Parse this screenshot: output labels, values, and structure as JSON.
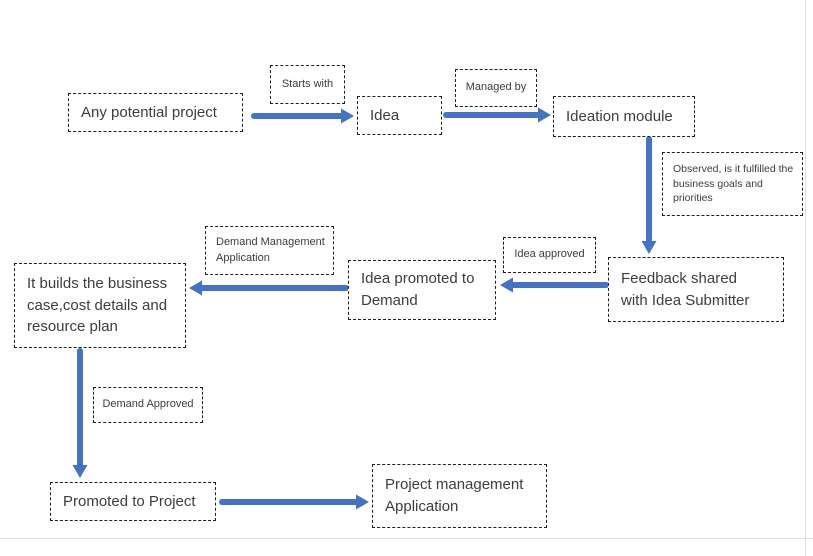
{
  "diagram": {
    "arrow_color": "#4472C4",
    "arrow_edge_color": "#3a66ad",
    "box_border_color": "#1f1f1f",
    "text_color": "#3d3d3d",
    "nodes": [
      {
        "id": "any-potential-project",
        "label": "Any potential project"
      },
      {
        "id": "idea",
        "label": "Idea"
      },
      {
        "id": "ideation-module",
        "label": "Ideation module"
      },
      {
        "id": "feedback-shared-with-idea-submitter",
        "label": "Feedback shared with Idea Submitter"
      },
      {
        "id": "idea-promoted-to-demand",
        "label": "Idea promoted to Demand"
      },
      {
        "id": "builds-business-case",
        "label": "It builds the business case,cost details and resource plan"
      },
      {
        "id": "promoted-to-project",
        "label": "Promoted to Project"
      },
      {
        "id": "project-management-application",
        "label": "Project management Application"
      }
    ],
    "labels": [
      {
        "id": "starts-with",
        "label": "Starts with"
      },
      {
        "id": "managed-by",
        "label": "Managed by"
      },
      {
        "id": "observed",
        "label": "Observed, is it fulfilled the business goals and priorities"
      },
      {
        "id": "idea-approved",
        "label": "Idea approved"
      },
      {
        "id": "demand-management-application",
        "label": "Demand Management Application"
      },
      {
        "id": "demand-approved",
        "label": "Demand Approved"
      }
    ]
  }
}
